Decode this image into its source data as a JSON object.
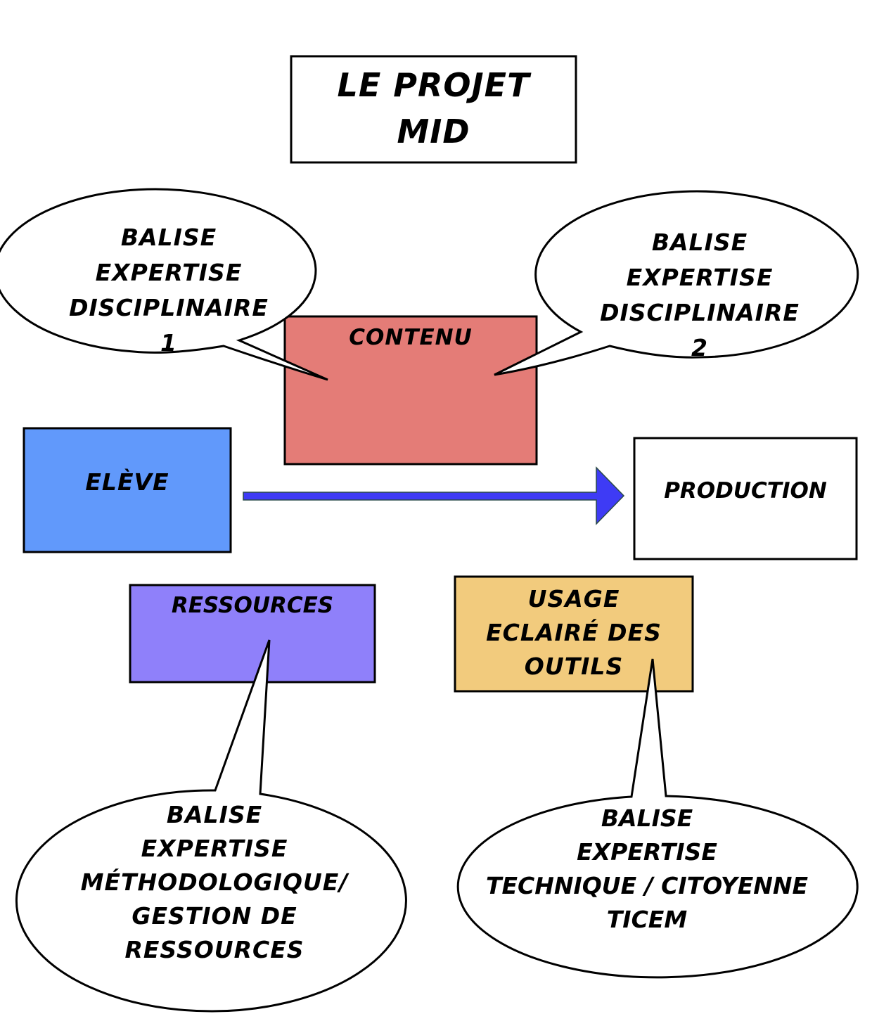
{
  "title": {
    "lines": [
      "LE PROJET",
      "MID"
    ]
  },
  "colors": {
    "contenu": "#E47C77",
    "eleve": "#6199FB",
    "ressources": "#8F80FA",
    "usage": "#F2CB7D",
    "arrow": "#3E3BF5",
    "arrow_stroke": "#2A4A48",
    "outline": "#000000",
    "bubble": "#FFFFFF"
  },
  "boxes": {
    "contenu": {
      "label": "CONTENU"
    },
    "eleve": {
      "label": "ELÈVE"
    },
    "production": {
      "label": "PRODUCTION"
    },
    "ressources": {
      "label": "RESSOURCES"
    },
    "usage": {
      "lines": [
        "USAGE",
        "ECLAIRÉ DES",
        "OUTILS"
      ]
    }
  },
  "bubbles": {
    "disciplinaire_1": {
      "lines": [
        "BALISE",
        "EXPERTISE",
        "DISCIPLINAIRE",
        "1"
      ]
    },
    "disciplinaire_2": {
      "lines": [
        "BALISE",
        "EXPERTISE",
        "DISCIPLINAIRE",
        "2"
      ]
    },
    "methodologique": {
      "lines": [
        "BALISE",
        "EXPERTISE",
        "MÉTHODOLOGIQUE/",
        "GESTION DE",
        "RESSOURCES"
      ]
    },
    "technique": {
      "lines": [
        "BALISE",
        "EXPERTISE",
        "TECHNIQUE / CITOYENNE",
        "TICEM"
      ]
    }
  },
  "edges": [
    {
      "from": "eleve",
      "to": "production",
      "type": "arrow"
    }
  ]
}
